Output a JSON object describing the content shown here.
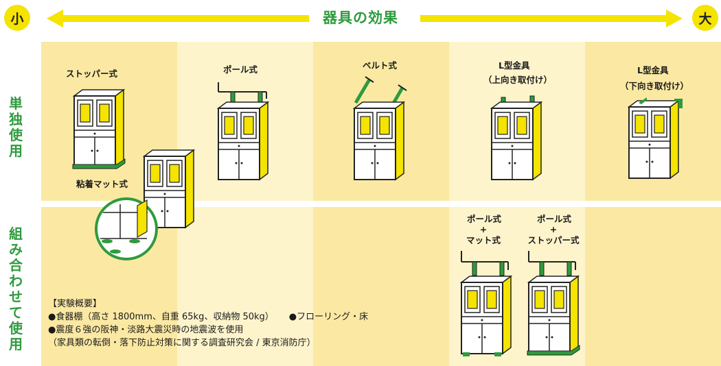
{
  "scale": {
    "min_label": "小",
    "max_label": "大",
    "title": "器具の効果"
  },
  "rows": {
    "single": "単独使用",
    "combined": "組み合わせて使用"
  },
  "items": {
    "stopper": "ストッパー式",
    "pole": "ポール式",
    "belt": "ベルト式",
    "l_up_line1": "L型金具",
    "l_up_line2": "（上向き取付け）",
    "l_down_line1": "L型金具",
    "l_down_line2": "（下向き取付け）",
    "mat": "粘着マット式",
    "combo1": [
      "ポール式",
      "+",
      "マット式"
    ],
    "combo2": [
      "ポール式",
      "+",
      "ストッパー式"
    ]
  },
  "notes": {
    "heading": "【実験概要】",
    "line1": "●食器棚（高さ 1800mm、自重 65kg、収納物 50kg）",
    "line1b": "●フローリング・床",
    "line2": "●震度６強の阪神・淡路大震災時の地震波を使用",
    "line3": "（家具類の転倒・落下防止対策に関する調査研究会 / 東京消防庁）"
  },
  "colors": {
    "yellow": "#f5e300",
    "green": "#2e9b3d",
    "bgA": "#fbeaa6",
    "bgB": "#fdf4cc"
  }
}
